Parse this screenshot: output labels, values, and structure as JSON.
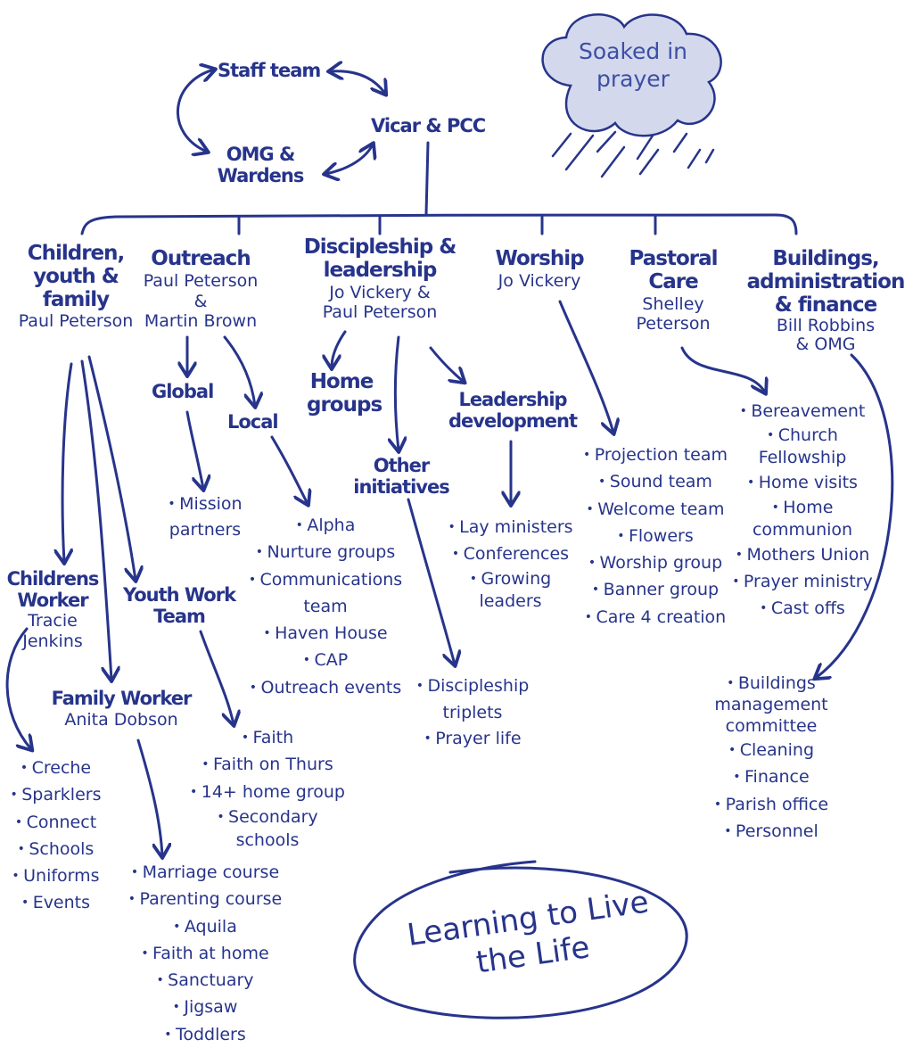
{
  "top": {
    "staff_team": "Staff team",
    "vicar_pcc": "Vicar & PCC",
    "omg_wardens": [
      "OMG &",
      "Wardens"
    ],
    "cloud": [
      "Soaked in",
      "prayer"
    ]
  },
  "columns": {
    "children": {
      "title": [
        "Children,",
        "youth &",
        "family"
      ],
      "leader": "Paul Peterson",
      "childrens_worker": {
        "title": [
          "Childrens",
          "Worker"
        ],
        "name": [
          "Tracie",
          "Jenkins"
        ],
        "items": [
          "Creche",
          "Sparklers",
          "Connect",
          "Schools",
          "Uniforms",
          "Events"
        ]
      },
      "youth_work_team": {
        "title": [
          "Youth Work",
          "Team"
        ],
        "items": [
          "Faith",
          "Faith on Thurs",
          "14+ home group",
          "Secondary",
          "schools"
        ]
      },
      "family_worker": {
        "title": "Family Worker",
        "name": "Anita Dobson",
        "items": [
          "Marriage course",
          "Parenting course",
          "Aquila",
          "Faith at home",
          "Sanctuary",
          "Jigsaw",
          "Toddlers"
        ]
      }
    },
    "outreach": {
      "title": "Outreach",
      "leader": [
        "Paul Peterson",
        "&",
        "Martin Brown"
      ],
      "global": {
        "title": "Global",
        "items": [
          "Mission",
          "partners"
        ]
      },
      "local": {
        "title": "Local",
        "items": [
          "Alpha",
          "Nurture groups",
          "Communications",
          "team",
          "Haven House",
          "CAP",
          "Outreach events"
        ]
      }
    },
    "discipleship": {
      "title": [
        "Discipleship &",
        "leadership"
      ],
      "leader": [
        "Jo Vickery &",
        "Paul Peterson"
      ],
      "home_groups": [
        "Home",
        "groups"
      ],
      "other_initiatives": {
        "title": [
          "Other",
          "initiatives"
        ],
        "items": [
          "Discipleship",
          "triplets",
          "Prayer life"
        ]
      },
      "leadership_development": {
        "title": [
          "Leadership",
          "development"
        ],
        "items": [
          "Lay ministers",
          "Conferences",
          "Growing",
          "leaders"
        ]
      }
    },
    "worship": {
      "title": "Worship",
      "leader": "Jo Vickery",
      "items": [
        "Projection team",
        "Sound team",
        "Welcome team",
        "Flowers",
        "Worship group",
        "Banner group",
        "Care 4 creation"
      ]
    },
    "pastoral": {
      "title": [
        "Pastoral",
        "Care"
      ],
      "leader": [
        "Shelley",
        "Peterson"
      ],
      "items": [
        "Bereavement",
        "Church",
        "Fellowship",
        "Home visits",
        "Home",
        "communion",
        "Mothers Union",
        "Prayer ministry",
        "Cast offs"
      ]
    },
    "buildings": {
      "title": [
        "Buildings,",
        "administration",
        "& finance"
      ],
      "leader": [
        "Bill Robbins",
        "& OMG"
      ],
      "items": [
        "Buildings",
        "management",
        "committee",
        "Cleaning",
        "Finance",
        "Parish office",
        "Personnel"
      ]
    }
  },
  "footer": [
    "Learning to Live",
    "the Life"
  ],
  "colors": {
    "ink": "#27348b",
    "cloud_fill": "#d3d8ec",
    "cloud_stroke": "#27348b"
  }
}
